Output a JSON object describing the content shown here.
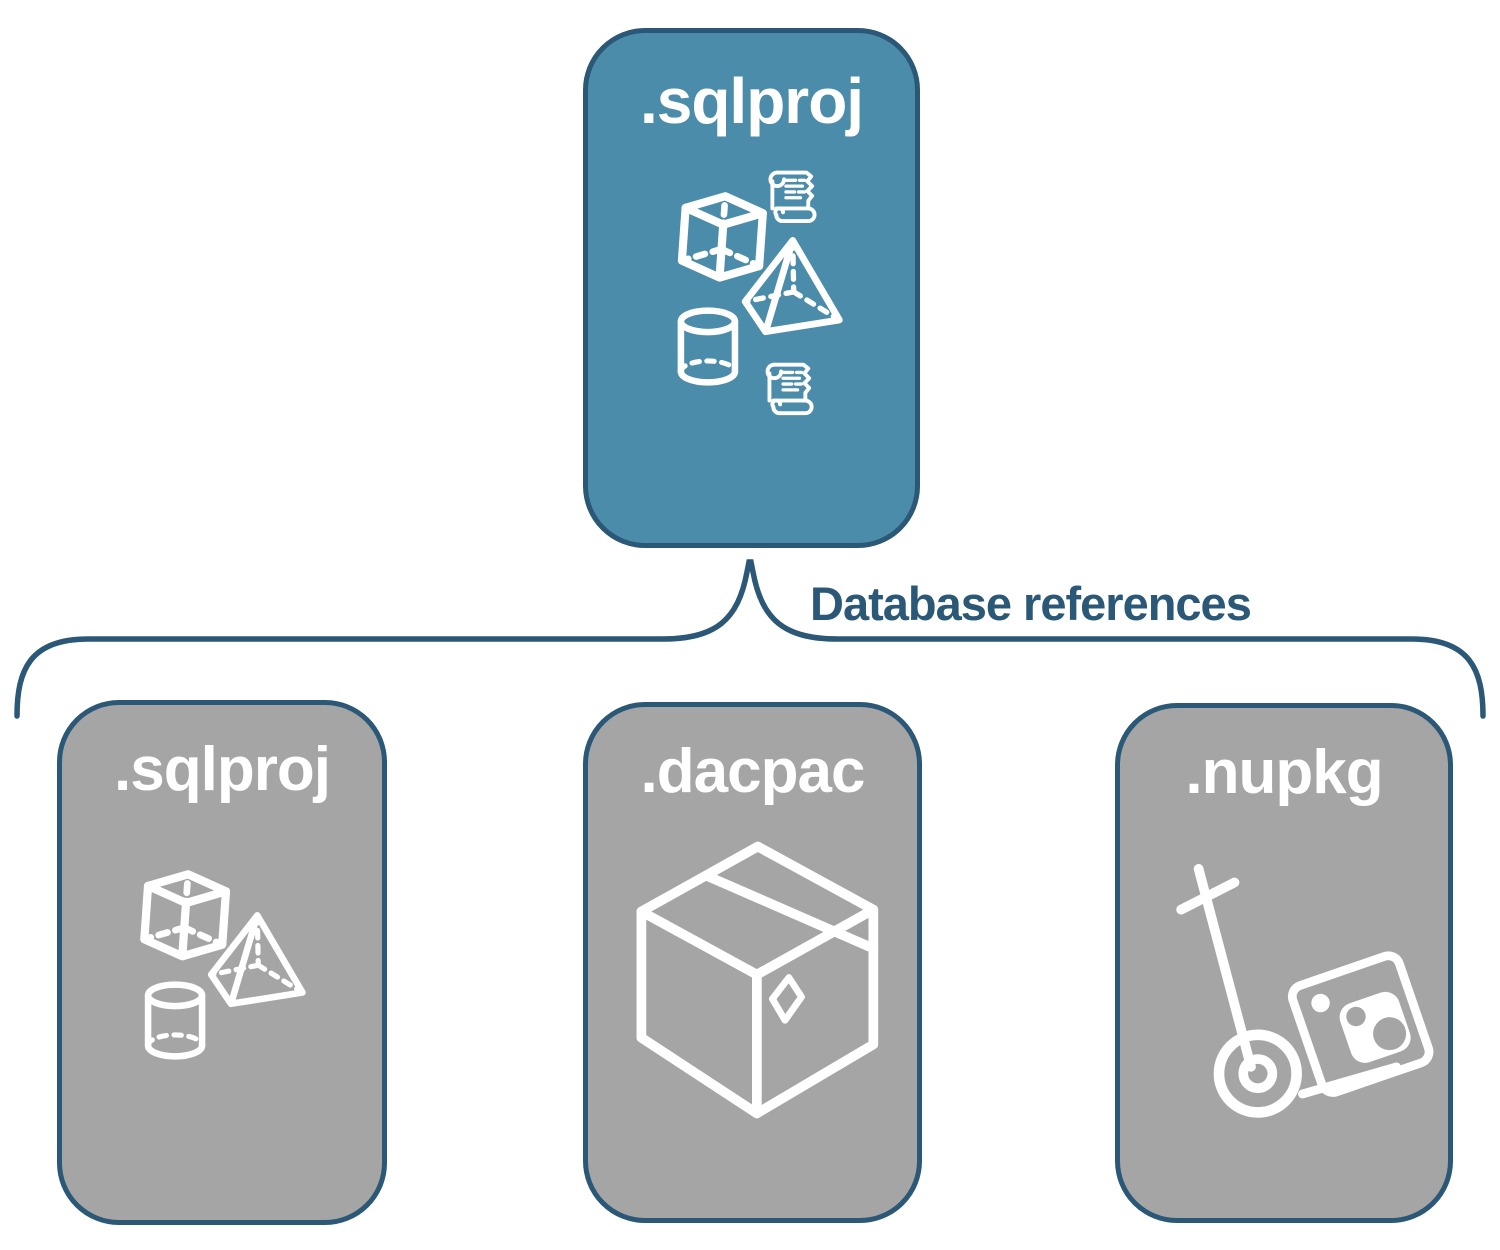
{
  "colors": {
    "accent_blue": "#4A8CAA",
    "node_gray": "#A5A5A5",
    "navy": "#2B5877",
    "icon_white": "#FFFFFF"
  },
  "root_node": {
    "label": ".sqlproj",
    "icons": [
      "sql-script-icon",
      "cube-icon",
      "pyramid-icon",
      "database-cylinder-icon",
      "sql-script-icon"
    ]
  },
  "connector": {
    "label": "Database references",
    "shape": "curly-brace"
  },
  "referenced_nodes": [
    {
      "label": ".sqlproj",
      "icons": [
        "cube-icon",
        "pyramid-icon",
        "database-cylinder-icon"
      ]
    },
    {
      "label": ".dacpac",
      "icons": [
        "package-box-icon"
      ]
    },
    {
      "label": ".nupkg",
      "icons": [
        "nuget-hand-truck-icon"
      ]
    }
  ]
}
